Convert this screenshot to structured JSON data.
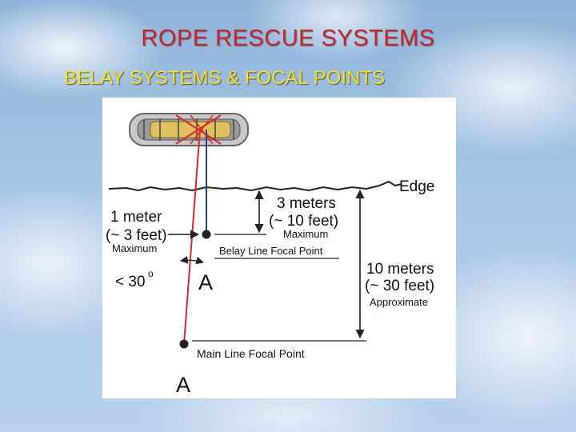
{
  "slide": {
    "title": "ROPE RESCUE SYSTEMS",
    "subtitle": "BELAY SYSTEMS & FOCAL POINTS"
  },
  "diagram": {
    "edge_label": "Edge",
    "three_m_line1": "3 meters",
    "three_m_line2": "(~ 10 feet)",
    "three_m_qual": "Maximum",
    "one_m_line1": "1 meter",
    "one_m_line2": "(~ 3 feet)",
    "one_m_qual": "Maximum",
    "belay_focal_label": "Belay Line Focal Point",
    "angle_label": "< 30",
    "angle_degree": "o",
    "anchor_upper": "A",
    "ten_m_line1": "10 meters",
    "ten_m_line2": "(~ 30 feet)",
    "ten_m_qual": "Approximate",
    "main_focal_label": "Main Line Focal Point",
    "anchor_lower": "A",
    "colors": {
      "main_line": "#d42a2a",
      "belay_line": "#2a3d9a",
      "dimension": "#222222"
    }
  }
}
